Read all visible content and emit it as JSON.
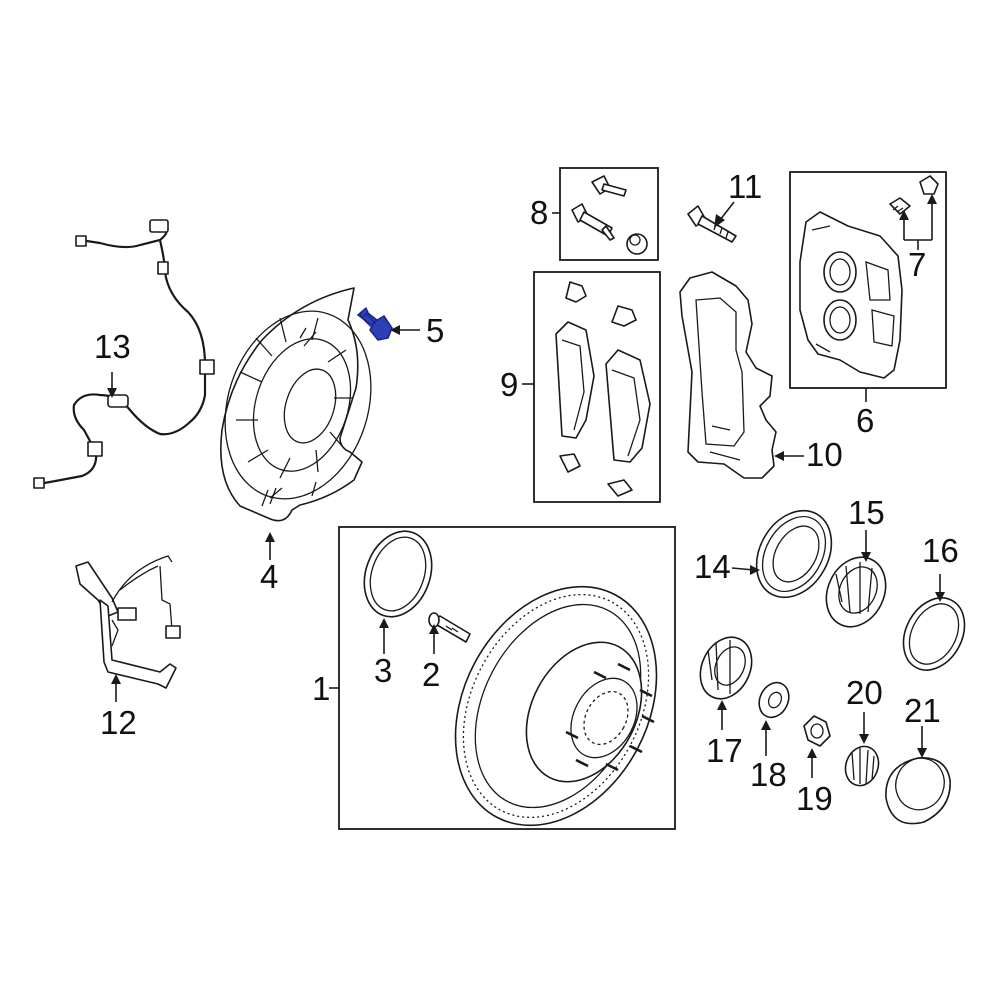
{
  "callouts": {
    "c1": "1",
    "c2": "2",
    "c3": "3",
    "c4": "4",
    "c5": "5",
    "c6": "6",
    "c7": "7",
    "c8": "8",
    "c9": "9",
    "c10": "10",
    "c11": "11",
    "c12": "12",
    "c13": "13",
    "c14": "14",
    "c15": "15",
    "c16": "16",
    "c17": "17",
    "c18": "18",
    "c19": "19",
    "c20": "20",
    "c21": "21"
  },
  "colors": {
    "line": "#1a1a1a",
    "highlight": "#2d3fb8",
    "highlight_dark": "#1b2580"
  },
  "highlighted_part": "5"
}
